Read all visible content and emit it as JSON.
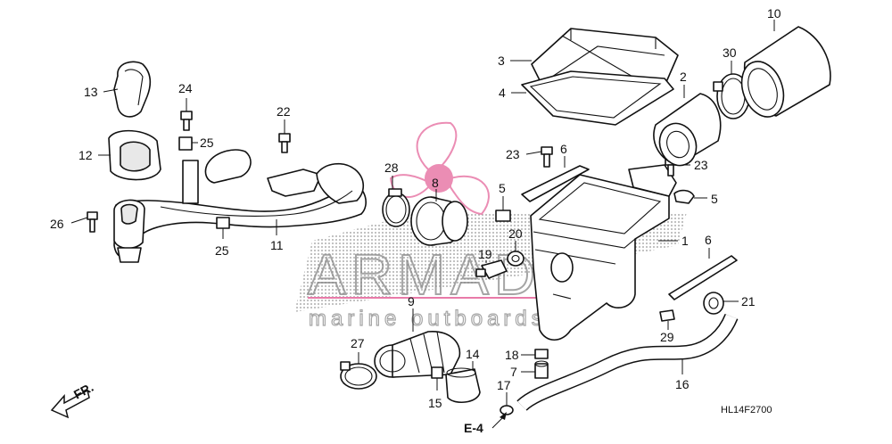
{
  "diagram": {
    "code": "HL14F2700",
    "direction_label": "FR.",
    "ref_label": "E-4"
  },
  "watermark": {
    "brand": "ARMADA",
    "tagline": "marine outboards"
  },
  "colors": {
    "watermark_accent": "#e87aa8",
    "watermark_band": "#999999",
    "line": "#111111"
  },
  "callouts": {
    "c1": "1",
    "c2": "2",
    "c3": "3",
    "c4": "4",
    "c5a": "5",
    "c5b": "5",
    "c6a": "6",
    "c6b": "6",
    "c7": "7",
    "c8": "8",
    "c9": "9",
    "c10": "10",
    "c11": "11",
    "c12": "12",
    "c13": "13",
    "c14": "14",
    "c15": "15",
    "c16": "16",
    "c17": "17",
    "c18": "18",
    "c19": "19",
    "c20": "20",
    "c21": "21",
    "c22": "22",
    "c23a": "23",
    "c23b": "23",
    "c24": "24",
    "c25a": "25",
    "c25b": "25",
    "c26": "26",
    "c27": "27",
    "c28": "28",
    "c29": "29",
    "c30": "30"
  }
}
